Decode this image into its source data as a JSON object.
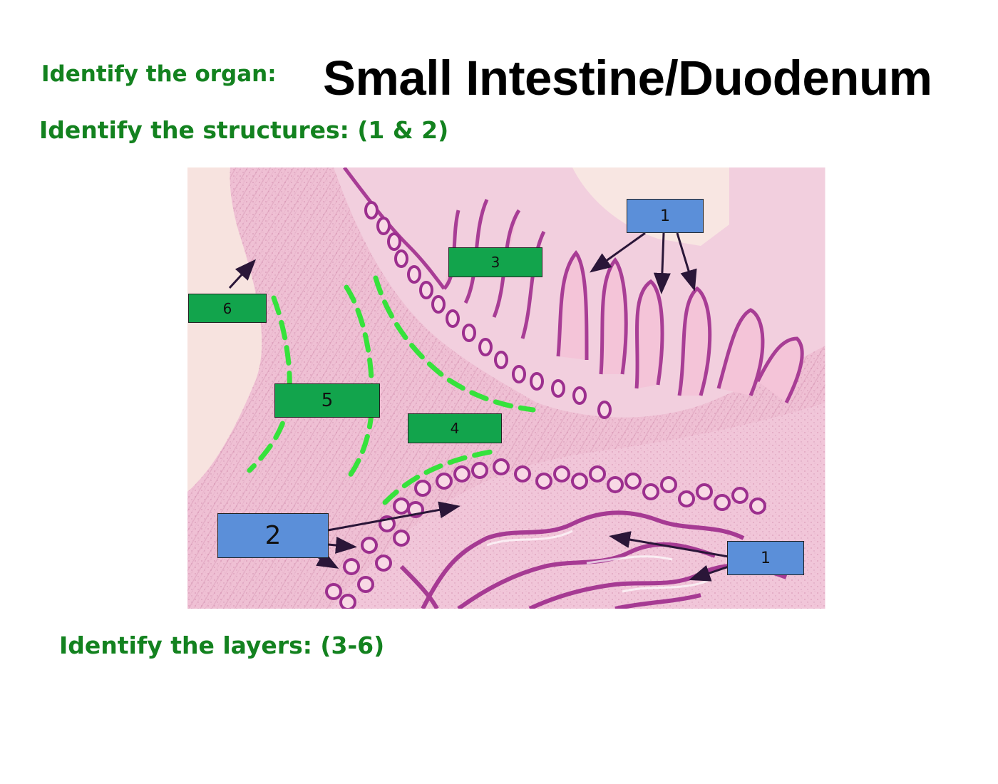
{
  "heading": {
    "organ_prompt": "Identify the organ:",
    "organ_answer": "Small Intestine/Duodenum",
    "structures_prompt": "Identify the structures: (1 & 2)",
    "layers_prompt": "Identify the layers: (3-6)"
  },
  "labels": {
    "villi_top": "1",
    "villi_bottom": "1",
    "glands": "2",
    "layer_3": "3",
    "layer_4": "4",
    "layer_5": "5",
    "layer_6": "6"
  },
  "colors": {
    "heading_green": "#13821f",
    "structure_box_blue": "#5b8fd9",
    "layer_box_green": "#12a44c",
    "boundary_dash_green": "#36e23c",
    "arrow": "#2a1638",
    "tissue_pink": "#f0c2d6",
    "mucosa_purple": "#a63a93",
    "background_beige": "#f7e3df"
  }
}
